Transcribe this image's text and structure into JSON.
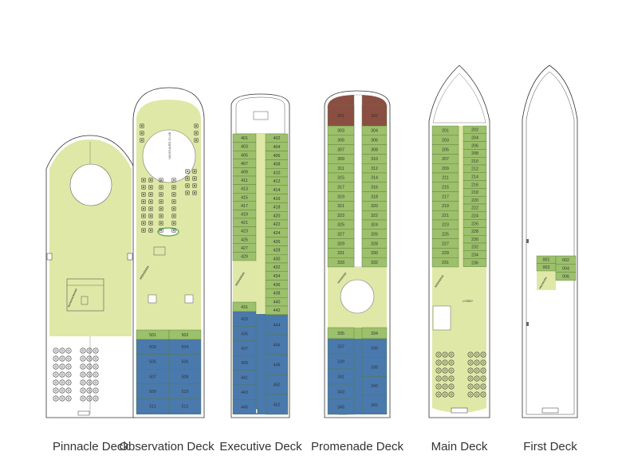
{
  "colors": {
    "public": "#dfe8a6",
    "cabin_green": "#9cc06b",
    "suite_blue": "#4a79ad",
    "suite_brown": "#8a4f42",
    "hull_line": "#333333"
  },
  "decks": [
    {
      "name": "Pinnacle Deck",
      "labels": []
    },
    {
      "name": "Observation Deck",
      "labels": [
        "VANGUARD CLUB"
      ],
      "cabins_left": [
        "501",
        "503",
        "505",
        "507",
        "509",
        "511"
      ],
      "cabins_right": [
        "502",
        "504",
        "506",
        "508",
        "510",
        "512"
      ]
    },
    {
      "name": "Executive Deck",
      "cabins_left": [
        "401",
        "403",
        "405",
        "407",
        "409",
        "411",
        "413",
        "415",
        "417",
        "419",
        "421",
        "423",
        "425",
        "427",
        "429",
        "431",
        "433",
        "435",
        "437",
        "439",
        "441",
        "443",
        "445"
      ],
      "cabins_right": [
        "402",
        "404",
        "406",
        "408",
        "410",
        "412",
        "414",
        "416",
        "418",
        "420",
        "422",
        "424",
        "426",
        "428",
        "430",
        "432",
        "434",
        "436",
        "438",
        "440",
        "442",
        "444",
        "446",
        "448",
        "450",
        "452"
      ]
    },
    {
      "name": "Promenade Deck",
      "cabins_left": [
        "301",
        "303",
        "305",
        "307",
        "309",
        "311",
        "315",
        "317",
        "319",
        "321",
        "323",
        "325",
        "327",
        "329",
        "331",
        "333",
        "335",
        "337",
        "339",
        "341",
        "343",
        "345"
      ],
      "cabins_right": [
        "302",
        "304",
        "306",
        "308",
        "310",
        "312",
        "314",
        "316",
        "318",
        "320",
        "322",
        "324",
        "326",
        "328",
        "330",
        "332",
        "334",
        "336",
        "338",
        "340",
        "342"
      ]
    },
    {
      "name": "Main Deck",
      "labels": [
        "LOBBY"
      ],
      "cabins_left": [
        "201",
        "203",
        "205",
        "207",
        "209",
        "211",
        "215",
        "217",
        "219",
        "221",
        "223",
        "225",
        "227",
        "229",
        "231"
      ],
      "cabins_right": [
        "202",
        "204",
        "206",
        "208",
        "210",
        "212",
        "214",
        "216",
        "218",
        "220",
        "222",
        "224",
        "226",
        "228",
        "230",
        "232",
        "234",
        "236"
      ]
    },
    {
      "name": "First Deck",
      "cabins_left": [
        "001",
        "003"
      ],
      "cabins_right": [
        "002",
        "004",
        "006"
      ]
    }
  ]
}
